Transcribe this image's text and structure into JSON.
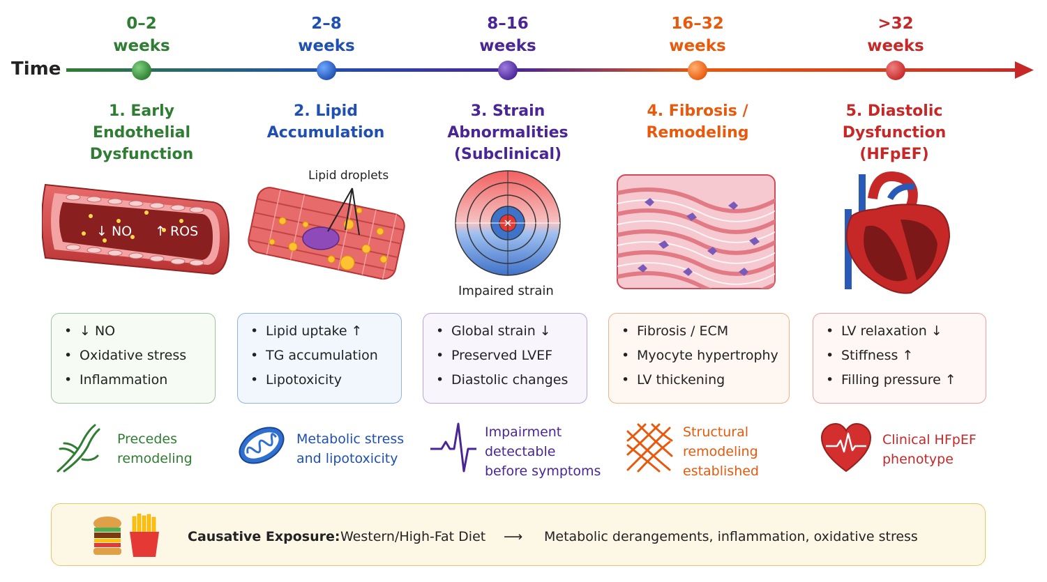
{
  "timeline": {
    "label": "Time",
    "periods": [
      {
        "top": "0–2",
        "bottom": "weeks",
        "color": "#2e7d32"
      },
      {
        "top": "2–8",
        "bottom": "weeks",
        "color": "#1f4fb0"
      },
      {
        "top": "8–16",
        "bottom": "weeks",
        "color": "#4a2596"
      },
      {
        "top": "16–32",
        "bottom": "weeks",
        "color": "#e8590c"
      },
      {
        "top": ">32",
        "bottom": "weeks",
        "color": "#c62828"
      }
    ]
  },
  "stages": [
    {
      "title": [
        "1. Early",
        "Endothelial",
        "Dysfunction"
      ],
      "color": "#2e7d32"
    },
    {
      "title": [
        "2. Lipid",
        "Accumulation"
      ],
      "color": "#1f4fb0"
    },
    {
      "title": [
        "3. Strain",
        "Abnormalities",
        "(Subclinical)"
      ],
      "color": "#4a2596"
    },
    {
      "title": [
        "4. Fibrosis /",
        "Remodeling"
      ],
      "color": "#e8590c"
    },
    {
      "title": [
        "5. Diastolic",
        "Dysfunction",
        "(HFpEF)"
      ],
      "color": "#c62828"
    }
  ],
  "illustrations": {
    "vessel_no": "↓ NO",
    "vessel_ros": "↑ ROS",
    "lipid_label": "Lipid droplets",
    "strain_label": "Impaired strain"
  },
  "boxes": [
    {
      "items": [
        "↓ NO",
        "Oxidative stress",
        "Inflammation"
      ],
      "border": "#9cc59d",
      "bg": "#f6fbf4"
    },
    {
      "items": [
        "Lipid uptake ↑",
        "TG accumulation",
        "Lipotoxicity"
      ],
      "border": "#8fb3e6",
      "bg": "#f2f7fe"
    },
    {
      "items": [
        "Global strain ↓",
        "Preserved LVEF",
        "Diastolic changes"
      ],
      "border": "#b9a4e0",
      "bg": "#f8f5fd"
    },
    {
      "items": [
        "Fibrosis / ECM",
        "Myocyte hypertrophy",
        "LV thickening"
      ],
      "border": "#f2b08a",
      "bg": "#fff7f1"
    },
    {
      "items": [
        "LV relaxation ↓",
        "Stiffness ↑",
        "Filling pressure ↑"
      ],
      "border": "#eea0a0",
      "bg": "#fff6f6"
    }
  ],
  "notes": [
    {
      "lines": [
        "Precedes",
        "remodeling"
      ],
      "color": "#2e7d32",
      "icon": "vessel-icon"
    },
    {
      "lines": [
        "Metabolic stress",
        "and lipotoxicity"
      ],
      "color": "#1f4fb0",
      "icon": "mitochondrion-icon"
    },
    {
      "lines": [
        "Impairment",
        "detectable",
        "before symptoms"
      ],
      "color": "#4a2596",
      "icon": "ecg-icon"
    },
    {
      "lines": [
        "Structural",
        "remodeling",
        "established"
      ],
      "color": "#e8590c",
      "icon": "fibrosis-mesh-icon"
    },
    {
      "lines": [
        "Clinical HFpEF",
        "phenotype"
      ],
      "color": "#c62828",
      "icon": "heart-ecg-icon"
    }
  ],
  "footer": {
    "label": "Causative Exposure:",
    "exposure": "Western/High-Fat Diet",
    "arrow": "⟶",
    "outcome": "Metabolic derangements, inflammation, oxidative stress"
  }
}
